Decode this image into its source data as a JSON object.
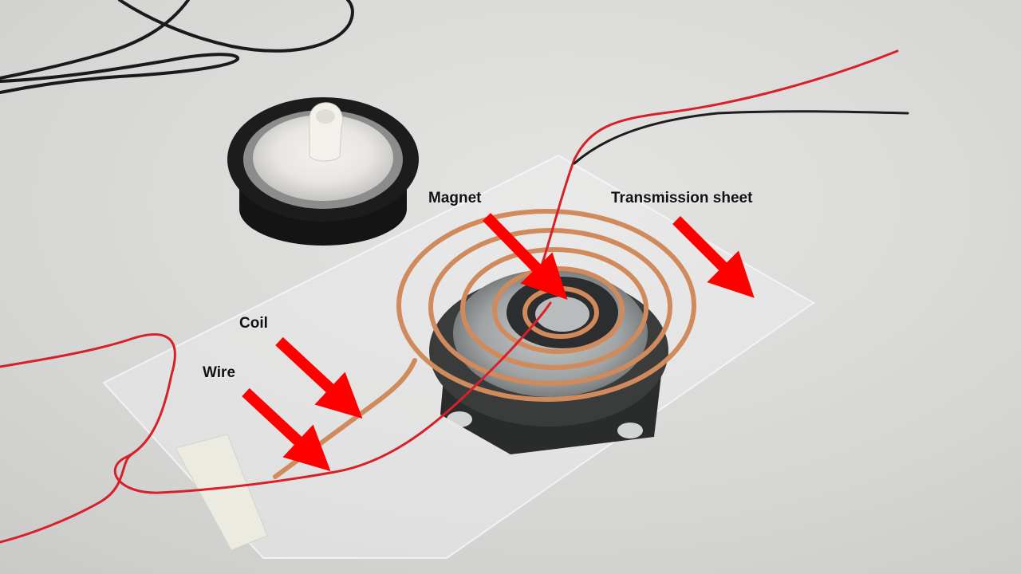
{
  "labels": {
    "magnet": "Magnet",
    "transmission_sheet": "Transmission sheet",
    "coil": "Coil",
    "wire": "Wire"
  },
  "colors": {
    "arrow": "#ff0000",
    "copper_coil": "#d08a5c",
    "red_wire": "#d8202a",
    "background": "#d9d9d7"
  }
}
